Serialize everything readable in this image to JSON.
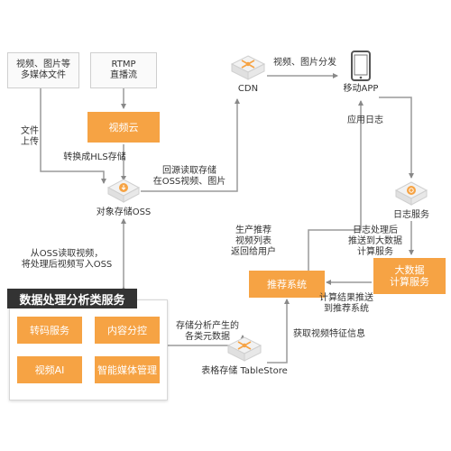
{
  "sources": {
    "multimedia": "视频、图片等\n多媒体文件",
    "rtmp": "RTMP\n直播流"
  },
  "nodes": {
    "video_cloud": "视频云",
    "oss": "对象存储OSS",
    "cdn": "CDN",
    "mobile_app": "移动APP",
    "log_service": "日志服务",
    "bigdata": "大数据\n计算服务",
    "recommend": "推荐系统",
    "tablestore": "表格存储 TableStore"
  },
  "panel": {
    "title": "数据处理分析类服务",
    "services": [
      "转码服务",
      "内容分控",
      "视频AI",
      "智能媒体管理"
    ]
  },
  "edges": {
    "upload": "文件\n上传",
    "hls": "转换成HLS存储",
    "back_to_source": "回源读取存储\n在OSS视频、图片",
    "distribution": "视频、图片分发",
    "app_log": "应用日志",
    "log_push": "日志处理后\n推送到大数据\n计算服务",
    "compute_push": "计算结果推送\n到推荐系统",
    "produce_list": "生产推荐\n视频列表\n返回给用户",
    "read_oss": "从OSS读取视频，\n将处理后视频写入OSS",
    "store_meta": "存储分析产生的\n各类元数据",
    "get_features": "获取视频特征信息"
  }
}
